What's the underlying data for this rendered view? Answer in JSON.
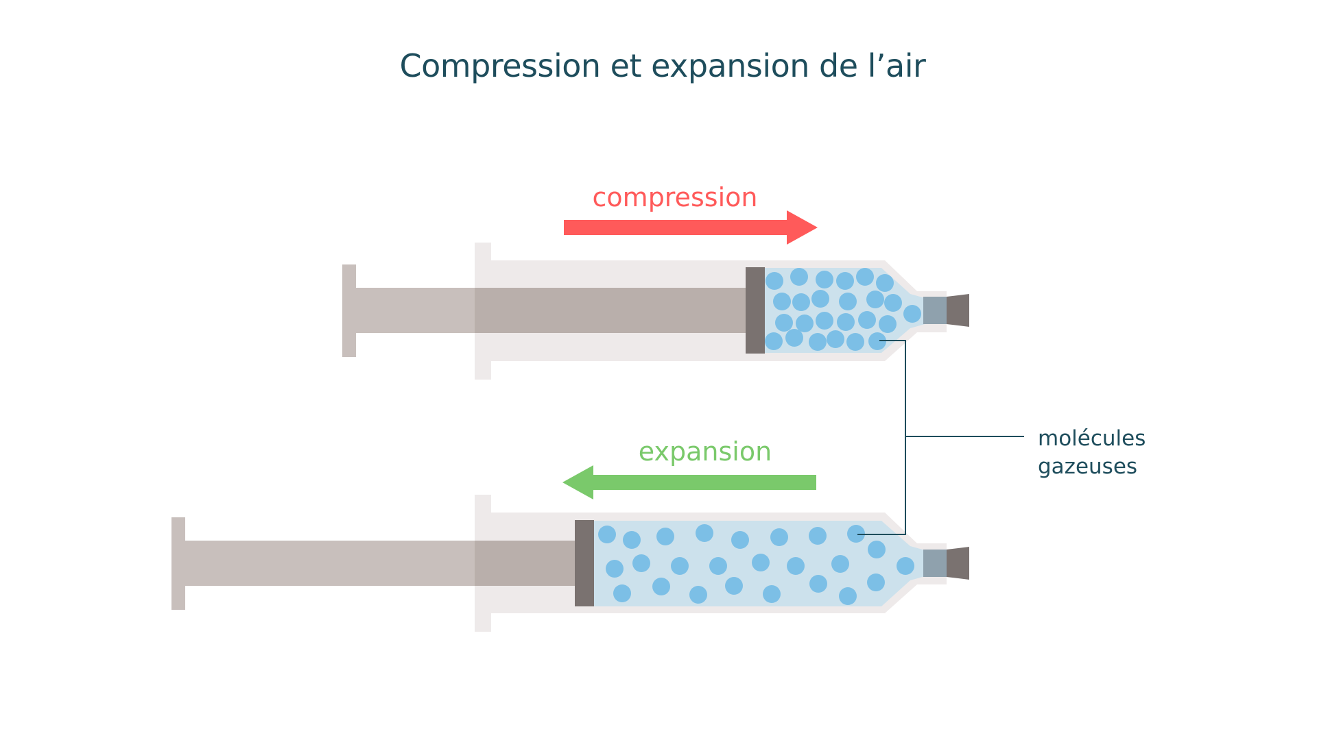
{
  "title": "Compression et expansion de l’air",
  "compression": {
    "label": "compression",
    "color": "#ff5a5a"
  },
  "expansion": {
    "label": "expansion",
    "color": "#7ac96b"
  },
  "callout": {
    "line1": "molécules",
    "line2": "gazeuses"
  },
  "colors": {
    "title": "#1e4d5c",
    "callout_text": "#1e4d5c",
    "callout_line": "#1e4d5c",
    "barrel": "#eeeaea",
    "plunger_rod": "#c8bfbc",
    "plunger_rod_inside": "#b9afab",
    "piston": "#7a7270",
    "gas": "#cce1ec",
    "molecule": "#7cbfe6",
    "connector": "#8fa1ad",
    "needle_tip": "#7a7270"
  }
}
